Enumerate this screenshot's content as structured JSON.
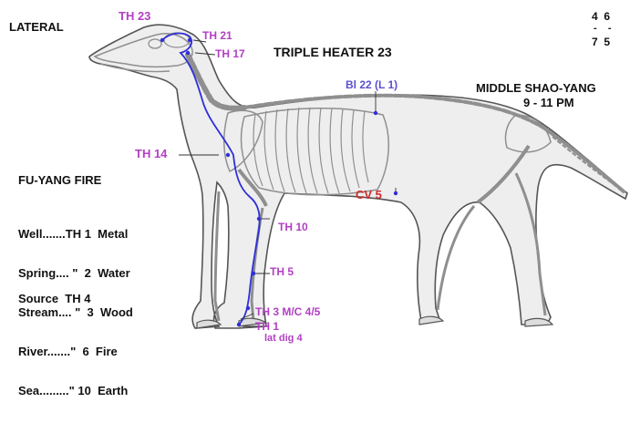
{
  "header": {
    "view": "LATERAL",
    "meridian_title": "TRIPLE HEATER  23",
    "meridian_name": "MIDDLE  SHAO-YANG",
    "time": "9 - 11 PM",
    "corner_top": "4  6",
    "corner_dash": "-    -",
    "corner_bottom": "7  5"
  },
  "legend": {
    "title": "FU-YANG  FIRE",
    "lines": [
      "Well.......TH 1  Metal",
      "Spring.... \"  2  Water",
      "Stream.... \"  3  Wood",
      "River.......\"  6  Fire",
      "Sea.........\" 10  Earth"
    ],
    "source": "Source  TH 4"
  },
  "points": {
    "th23": "TH 23",
    "th21": "TH 21",
    "th17": "TH 17",
    "bl22": "Bl 22 (L 1)",
    "th14": "TH 14",
    "cv5": "CV 5",
    "th10": "TH 10",
    "th5": "TH 5",
    "th3": "TH 3 M/C 4/5",
    "th1": "TH 1",
    "th1_sub": "lat dig 4"
  },
  "colors": {
    "point_label": "#b23fc4",
    "bl_label": "#5b4fd0",
    "cv_label": "#d02a2a",
    "meridian_line": "#2f2fd8",
    "outline": "#555555",
    "bone": "#8f8f8f",
    "body_fill": "#eeeeee"
  }
}
